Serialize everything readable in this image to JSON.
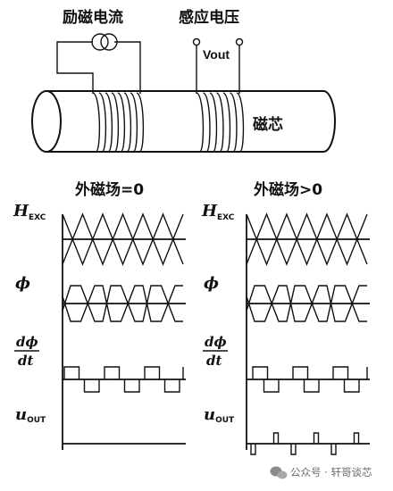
{
  "title": {
    "excitation_current": "励磁电流",
    "induced_voltage": "感应电压",
    "vout": "Vout",
    "core": "磁芯"
  },
  "columns": {
    "left": "外磁场=0",
    "right": "外磁场>0"
  },
  "rows": {
    "h": "H",
    "h_sub": "EXC",
    "phi": "ϕ",
    "dphi_num": "dϕ",
    "dphi_den": "dt",
    "u": "u",
    "u_sub": "OUT"
  },
  "watermark": "公众号 · 轩哥谈芯"
}
